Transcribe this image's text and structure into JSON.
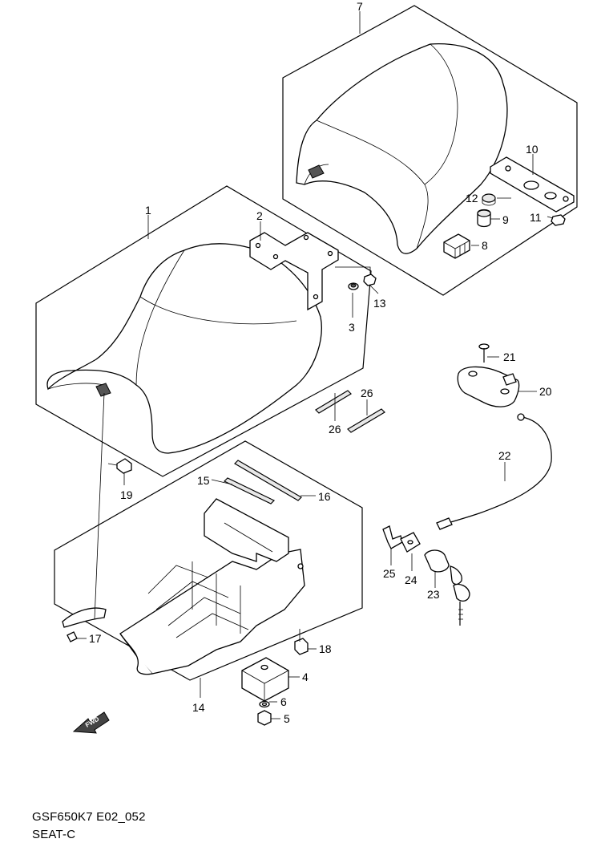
{
  "diagram": {
    "callouts": [
      "1",
      "2",
      "3",
      "4",
      "5",
      "6",
      "7",
      "8",
      "9",
      "10",
      "11",
      "12",
      "13",
      "14",
      "15",
      "16",
      "17",
      "18",
      "19",
      "20",
      "21",
      "22",
      "23",
      "24",
      "25",
      "26",
      "26"
    ],
    "fwd_label": "FWD"
  },
  "caption": {
    "code": "GSF650K7 E02_052",
    "title": "SEAT-C"
  }
}
